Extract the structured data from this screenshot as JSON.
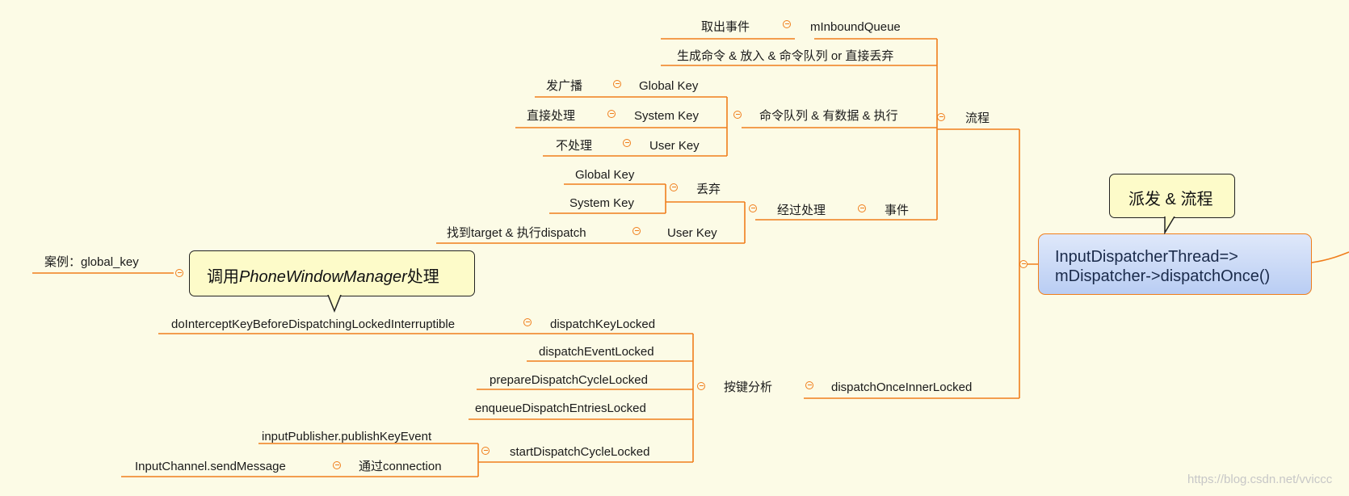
{
  "root": {
    "line1": "InputDispatcherThread=>",
    "line2": "mDispatcher->dispatchOnce()"
  },
  "callout_top": {
    "label": "派发 & 流程"
  },
  "callout_left": {
    "prefix": "调用",
    "italic": "PhoneWindowManager",
    "suffix": "处理"
  },
  "nodes": {
    "liucheng": "流程",
    "qcsj": "取出事件",
    "mibq": "mInboundQueue",
    "scml": "生成命令 & 放入 & 命令队列 or 直接丢弃",
    "mldl": "命令队列 & 有数据 & 执行",
    "fgb": "发广播",
    "gk1": "Global Key",
    "zjcl": "直接处理",
    "sk1": "System Key",
    "bcl": "不处理",
    "uk1": "User Key",
    "shijian": "事件",
    "jgcl": "经过处理",
    "diuqi": "丢弃",
    "gk2": "Global Key",
    "sk2": "System Key",
    "uk2": "User Key",
    "zdt": "找到target & 执行dispatch",
    "doil": "dispatchOnceInnerLocked",
    "ajfx": "按键分析",
    "dkl": "dispatchKeyLocked",
    "dikb": "doInterceptKeyBeforeDispatchingLockedInterruptible",
    "anli": "案例：global_key",
    "del": "dispatchEventLocked",
    "pdcl": "prepareDispatchCycleLocked",
    "edel": "enqueueDispatchEntriesLocked",
    "sdcl": "startDispatchCycleLocked",
    "ipub": "inputPublisher.publishKeyEvent",
    "tgcn": "通过connection",
    "icsm": "InputChannel.sendMessage"
  },
  "watermark": "https://blog.csdn.net/vviccc",
  "colors": {
    "connector": "#f07e1c",
    "callout_fill": "#fdfbc9",
    "root_fill": "#c8d7f6",
    "background": "#fcfbe6"
  }
}
